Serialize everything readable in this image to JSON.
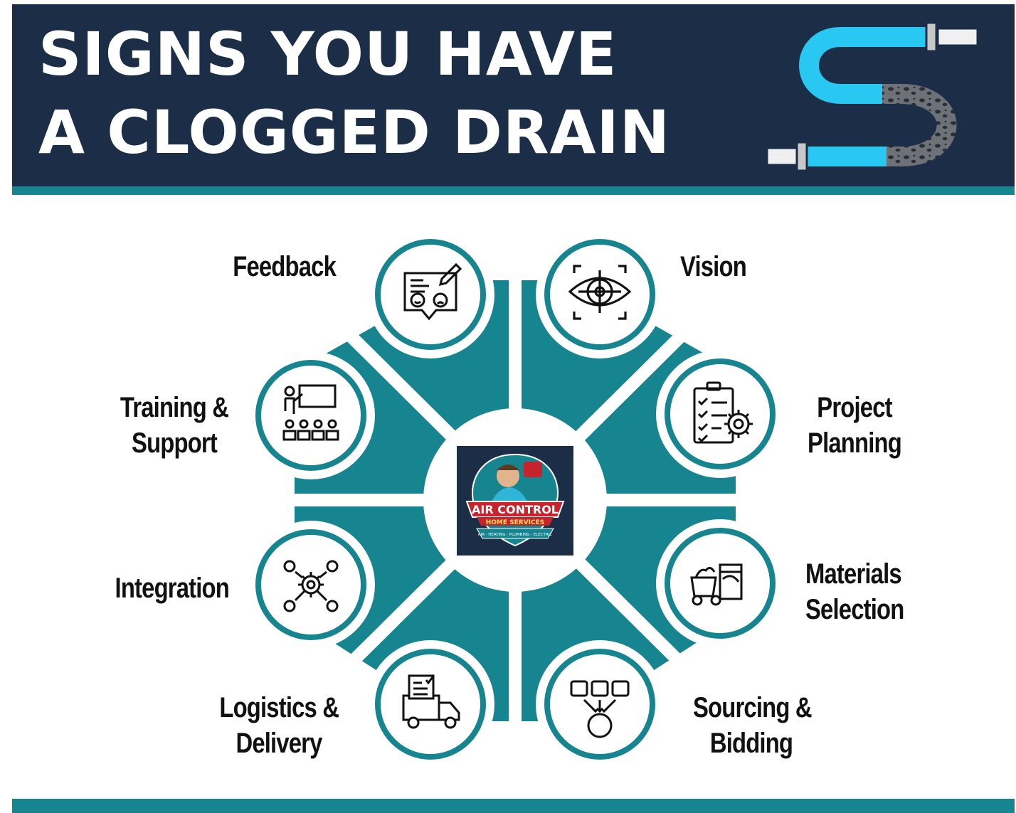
{
  "header": {
    "title_line1": "SIGNS YOU HAVE",
    "title_line2": "A CLOGGED DRAIN",
    "icon": "pipe-s-icon"
  },
  "center_logo": {
    "brand": "AIR CONTROL",
    "subtitle": "HOME SERVICES",
    "tagline": "AIR · HEATING · PLUMBING · ELECTRIC"
  },
  "segments": [
    {
      "line1": "Vision",
      "line2": "",
      "icon": "vision-eye-icon"
    },
    {
      "line1": "Project",
      "line2": "Planning",
      "icon": "clipboard-gear-icon"
    },
    {
      "line1": "Materials",
      "line2": "Selection",
      "icon": "cart-materials-icon"
    },
    {
      "line1": "Sourcing &",
      "line2": "Bidding",
      "icon": "sourcing-flow-icon"
    },
    {
      "line1": "Logistics &",
      "line2": "Delivery",
      "icon": "delivery-truck-icon"
    },
    {
      "line1": "Integration",
      "line2": "",
      "icon": "integration-gears-icon"
    },
    {
      "line1": "Training &",
      "line2": "Support",
      "icon": "training-presentation-icon"
    },
    {
      "line1": "Feedback",
      "line2": "",
      "icon": "feedback-speech-icon"
    }
  ],
  "colors": {
    "navy": "#1c2e47",
    "teal": "#17858f",
    "white": "#ffffff",
    "text": "#111111"
  }
}
